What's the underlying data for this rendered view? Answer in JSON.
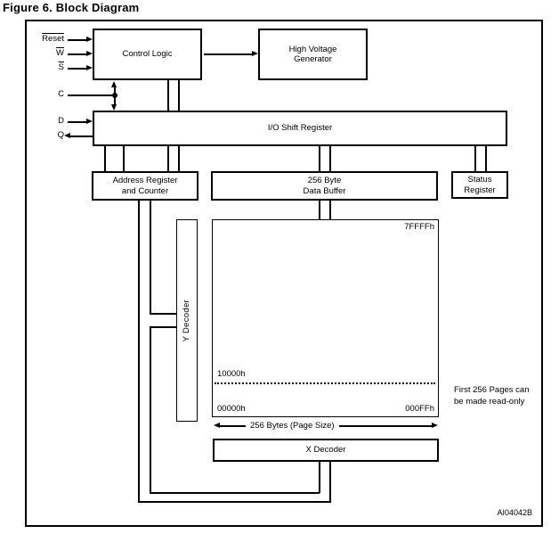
{
  "title": "Figure 6. Block Diagram",
  "signals": {
    "reset": "Reset",
    "w": "W",
    "s": "S",
    "c": "C",
    "d": "D",
    "q": "Q"
  },
  "blocks": {
    "control_logic": "Control Logic",
    "high_voltage_generator": "High Voltage\nGenerator",
    "io_shift_register": "I/O Shift Register",
    "address_register": "Address Register\nand Counter",
    "data_buffer": "256 Byte\nData Buffer",
    "status_register": "Status\nRegister",
    "y_decoder": "Y Decoder",
    "x_decoder": "X Decoder"
  },
  "memory_array": {
    "top_address": "7FFFFh",
    "boundary_address": "10000h",
    "start_address": "00000h",
    "page_end_address": "000FFh",
    "page_size_label": "256 Bytes (Page Size)",
    "note": "First 256 Pages can\nbe made read-only"
  },
  "footer": {
    "reference_code": "AI04042B"
  },
  "colors": {
    "line": "#000000",
    "background": "#ffffff",
    "text": "#000000"
  }
}
